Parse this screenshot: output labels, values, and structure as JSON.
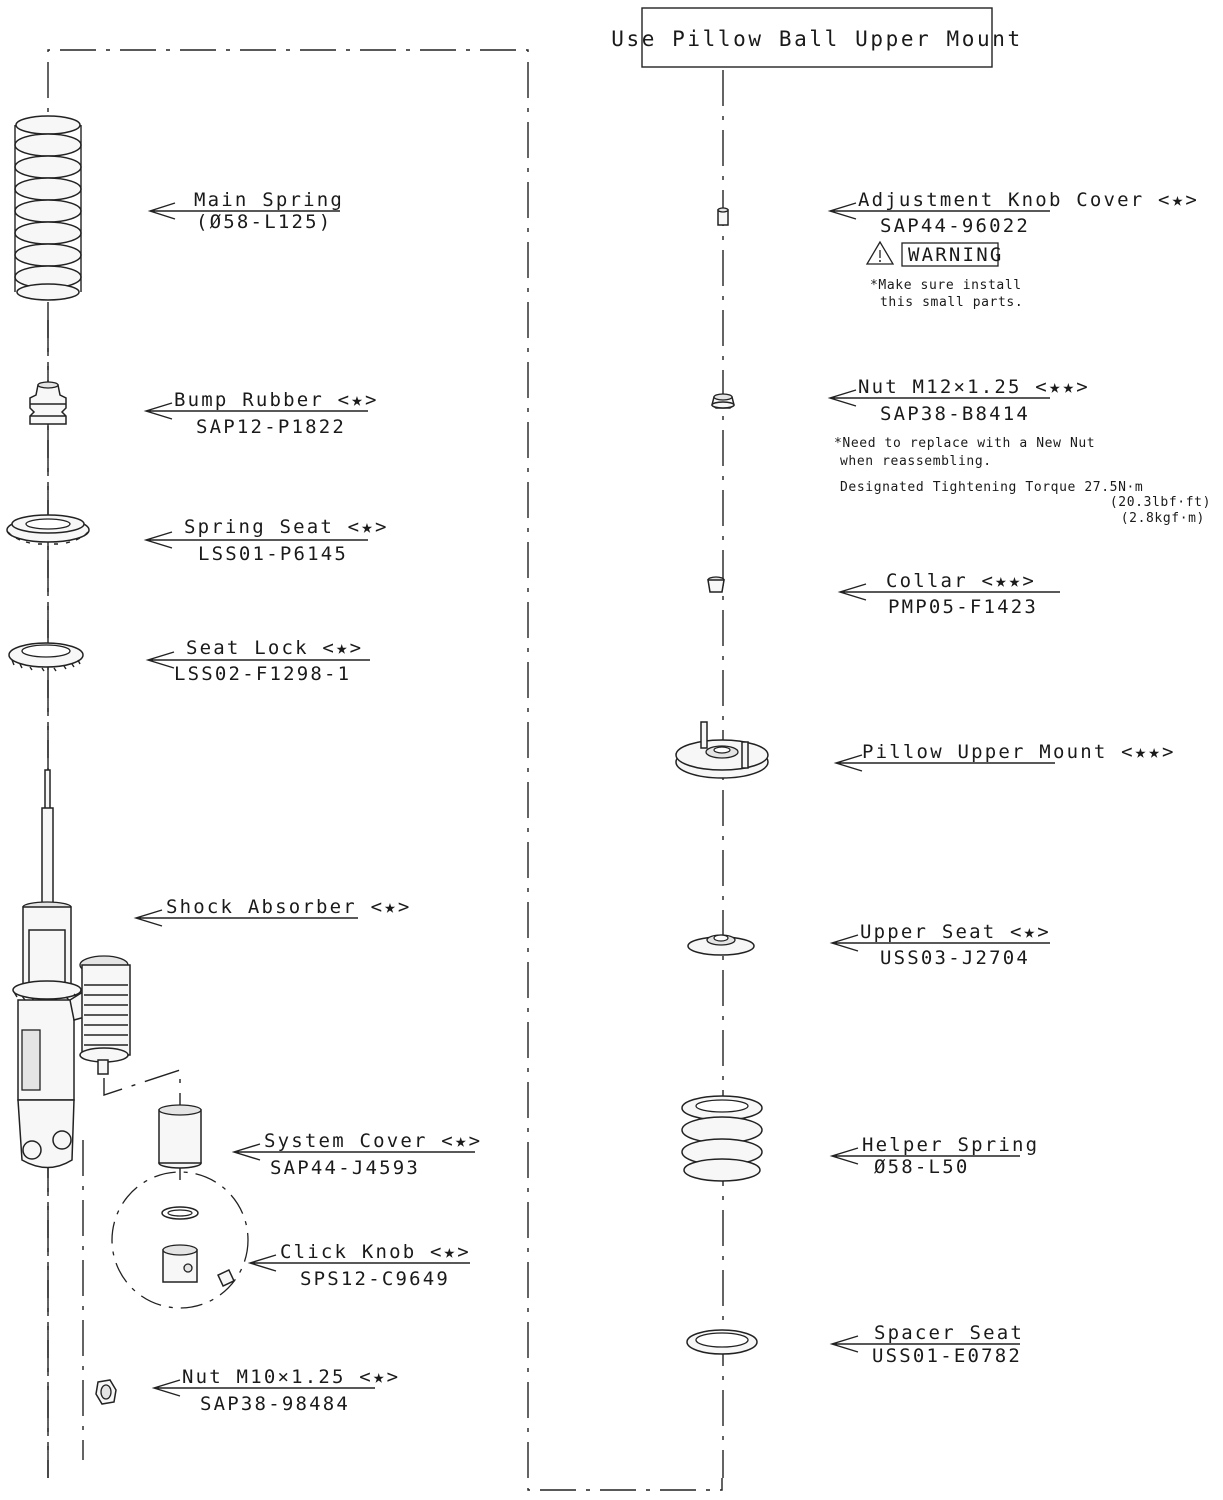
{
  "header": {
    "title": "Use Pillow Ball Upper Mount"
  },
  "parts": {
    "main_spring": {
      "label": "Main Spring",
      "pn": "(Ø58-L125)"
    },
    "bump_rubber": {
      "label": "Bump Rubber <★>",
      "pn": "SAP12-P1822"
    },
    "spring_seat": {
      "label": "Spring Seat <★>",
      "pn": "LSS01-P6145"
    },
    "seat_lock": {
      "label": "Seat Lock <★>",
      "pn": "LSS02-F1298-1"
    },
    "shock_absorber": {
      "label": "Shock Absorber <★>"
    },
    "system_cover": {
      "label": "System Cover <★>",
      "pn": "SAP44-J4593"
    },
    "click_knob": {
      "label": "Click Knob <★>",
      "pn": "SPS12-C9649"
    },
    "nut_m10": {
      "label": "Nut M10×1.25 <★>",
      "pn": "SAP38-98484"
    },
    "adj_knob_cover": {
      "label": "Adjustment Knob Cover <★>",
      "pn": "SAP44-96022",
      "warning": "WARNING",
      "note1": "*Make sure install",
      "note2": "this small parts."
    },
    "nut_m12": {
      "label": "Nut M12×1.25 <★★>",
      "pn": "SAP38-B8414",
      "note1": "*Need to replace with a New Nut",
      "note2": "when reassembling.",
      "note3": "Designated Tightening Torque 27.5N·m",
      "note4": "(20.3lbf·ft)",
      "note5": "(2.8kgf·m)"
    },
    "collar": {
      "label": "Collar <★★>",
      "pn": "PMP05-F1423"
    },
    "pillow_mount": {
      "label": "Pillow Upper Mount <★★>"
    },
    "upper_seat": {
      "label": "Upper Seat <★>",
      "pn": "USS03-J2704"
    },
    "helper_spring": {
      "label": "Helper Spring",
      "pn": "Ø58-L50"
    },
    "spacer_seat": {
      "label": "Spacer Seat",
      "pn": "USS01-E0782"
    }
  }
}
